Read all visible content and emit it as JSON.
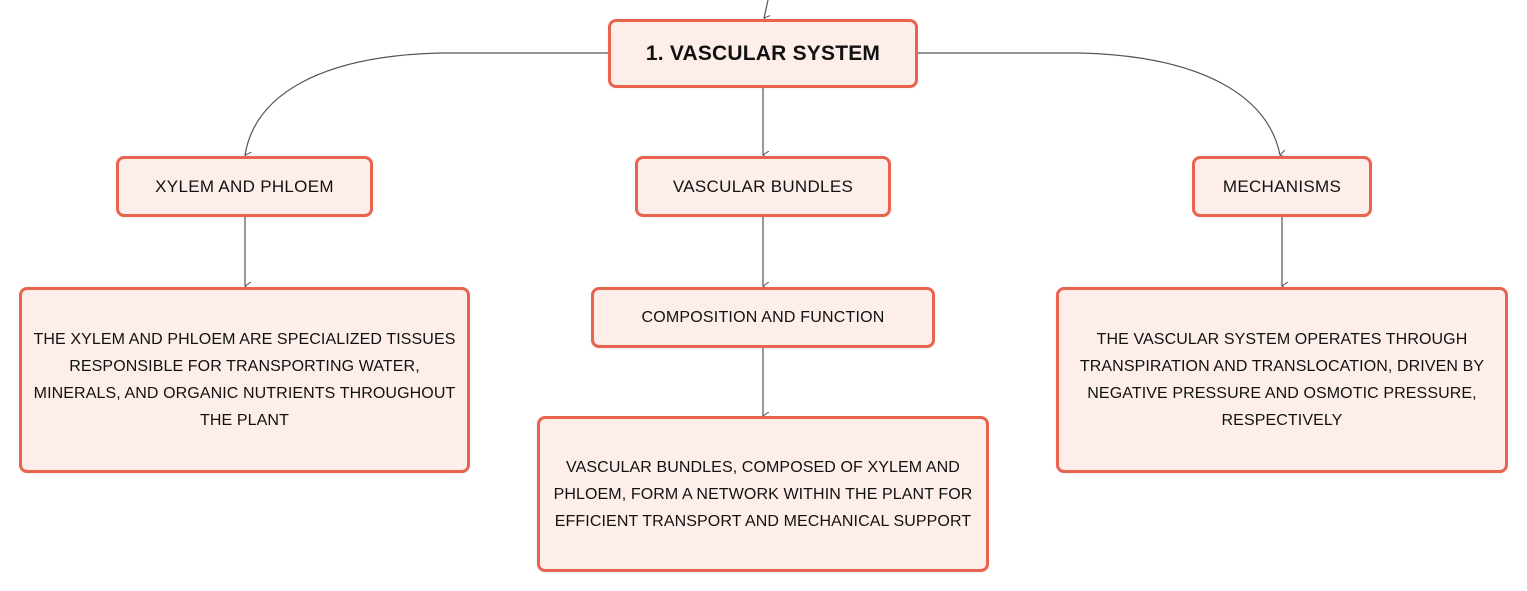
{
  "mindmap": {
    "root": {
      "label": "1. VASCULAR SYSTEM"
    },
    "branches": [
      {
        "label": "XYLEM AND PHLOEM",
        "detail": "THE XYLEM AND PHLOEM ARE SPECIALIZED TISSUES RESPONSIBLE FOR TRANSPORTING WATER, MINERALS, AND ORGANIC NUTRIENTS THROUGHOUT THE PLANT"
      },
      {
        "label": "VASCULAR BUNDLES",
        "subtopic": "COMPOSITION AND FUNCTION",
        "detail": "VASCULAR BUNDLES, COMPOSED OF XYLEM AND PHLOEM, FORM A NETWORK WITHIN THE PLANT FOR EFFICIENT TRANSPORT AND MECHANICAL SUPPORT"
      },
      {
        "label": "MECHANISMS",
        "detail": "THE VASCULAR SYSTEM OPERATES THROUGH TRANSPIRATION AND TRANSLOCATION, DRIVEN BY NEGATIVE PRESSURE AND OSMOTIC PRESSURE, RESPECTIVELY"
      }
    ]
  },
  "colors": {
    "node_border": "#e8644f",
    "node_fill": "#fdeee9",
    "connector": "#555555",
    "text": "#111111"
  }
}
